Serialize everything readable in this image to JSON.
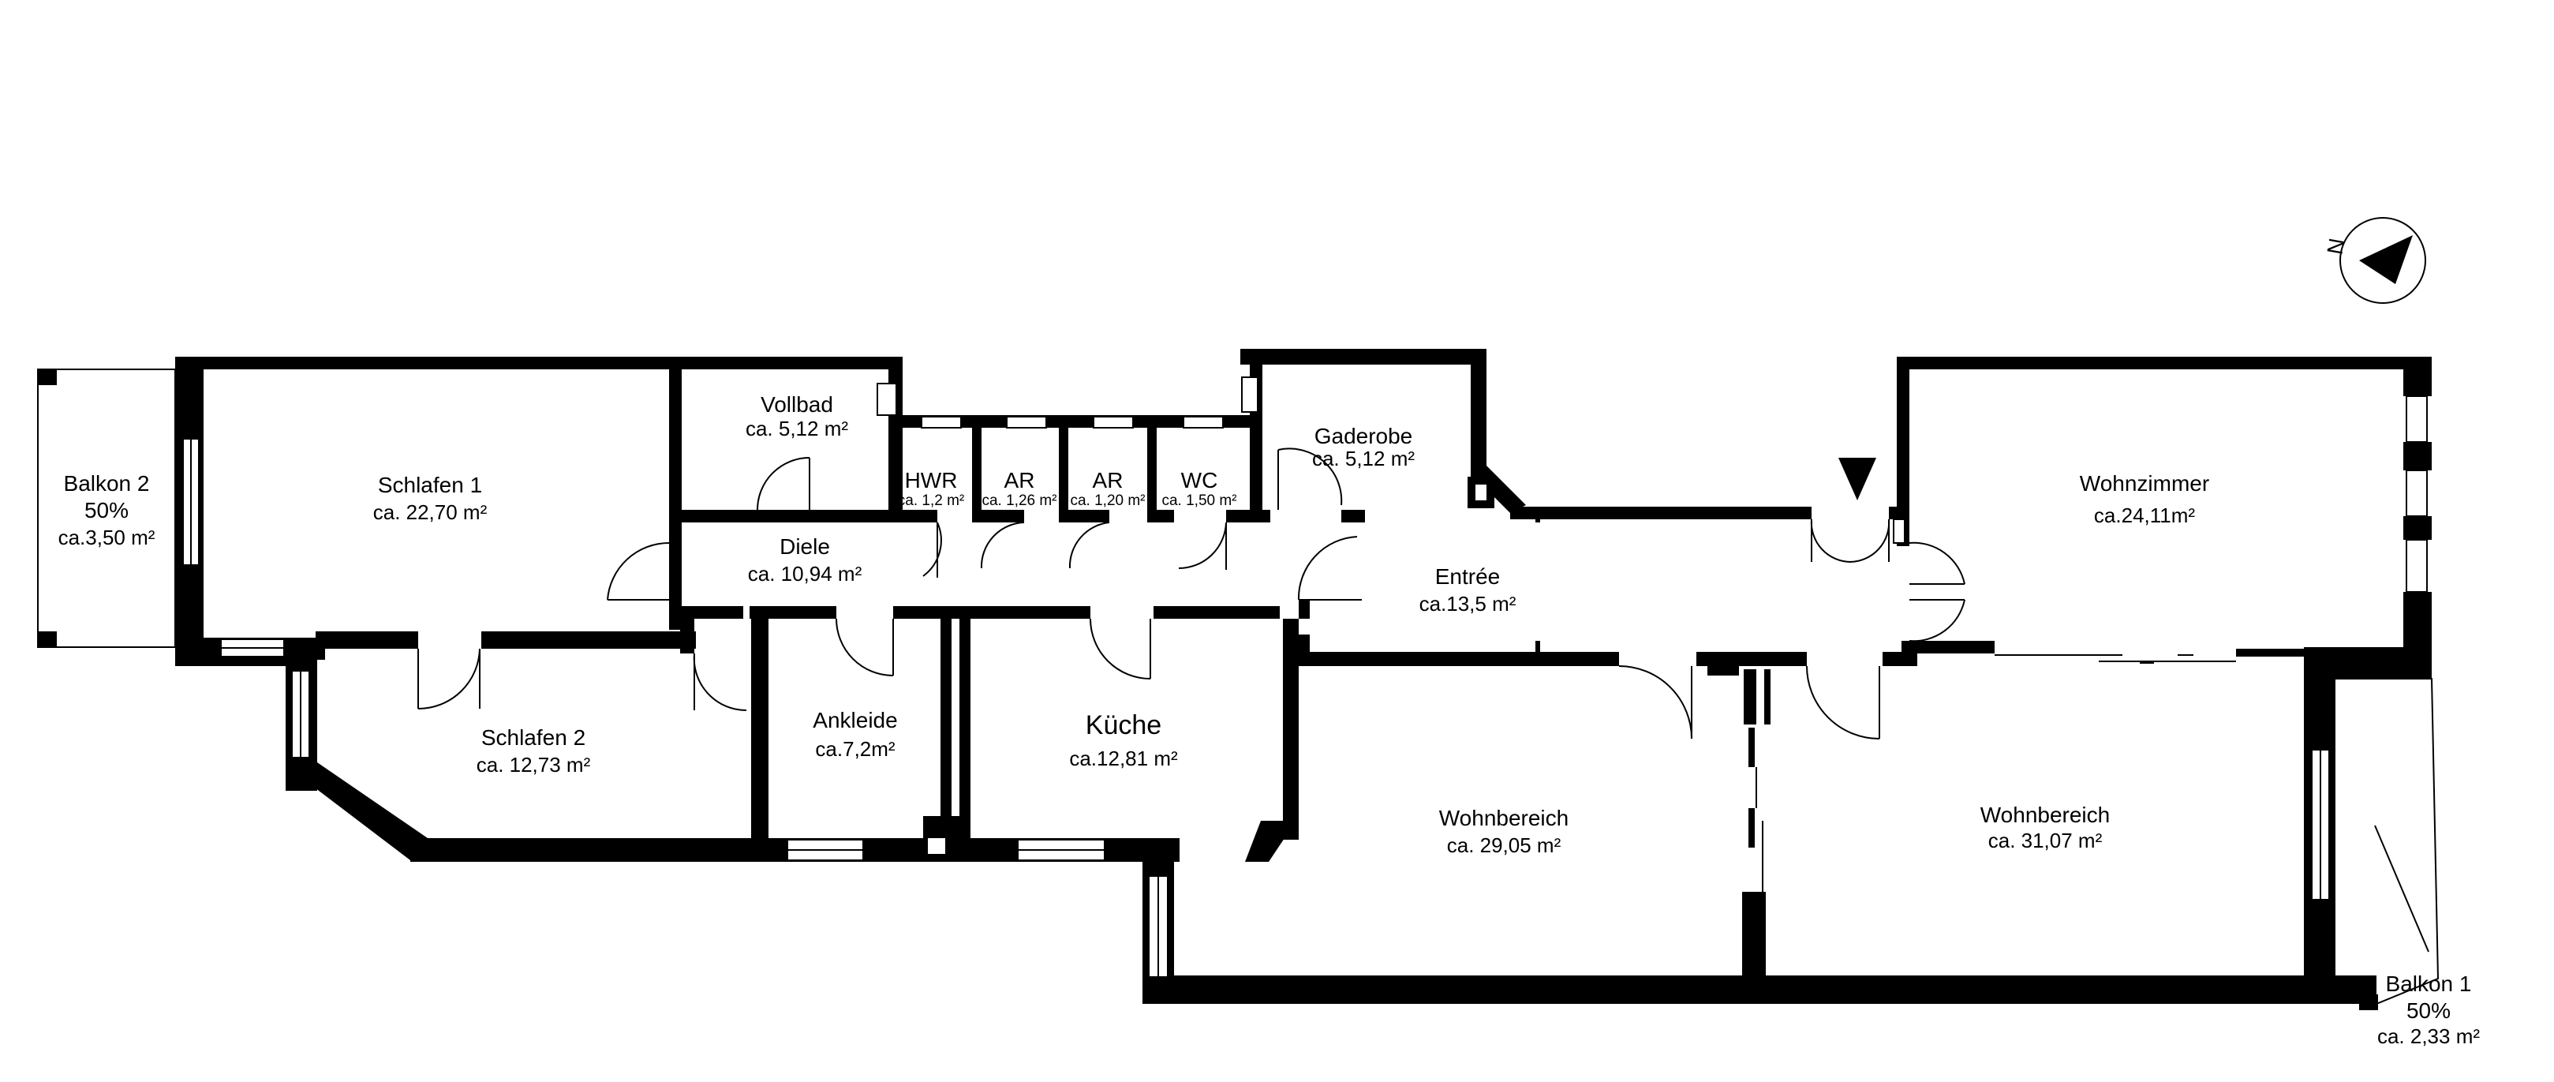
{
  "rooms": {
    "balkon2": {
      "name": "Balkon 2",
      "share": "50%",
      "area": "ca.3,50 m²"
    },
    "schlafen1": {
      "name": "Schlafen 1",
      "area": "ca. 22,70 m²"
    },
    "vollbad": {
      "name": "Vollbad",
      "area": "ca. 5,12 m²"
    },
    "hwr": {
      "name": "HWR",
      "area": "ca. 1,2 m²"
    },
    "ar1": {
      "name": "AR",
      "area": "ca. 1,26 m²"
    },
    "ar2": {
      "name": "AR",
      "area": "ca. 1,20 m²"
    },
    "wc": {
      "name": "WC",
      "area": "ca. 1,50 m²"
    },
    "gaderobe": {
      "name": "Gaderobe",
      "area": "ca. 5,12 m²"
    },
    "diele": {
      "name": "Diele",
      "area": "ca. 10,94 m²"
    },
    "entree": {
      "name": "Entrée",
      "area": "ca.13,5 m²"
    },
    "wohnzimmer": {
      "name": "Wohnzimmer",
      "area": "ca.24,11m²"
    },
    "schlafen2": {
      "name": "Schlafen 2",
      "area": "ca. 12,73 m²"
    },
    "ankleide": {
      "name": "Ankleide",
      "area": "ca.7,2m²"
    },
    "kueche": {
      "name": "Küche",
      "area": "ca.12,81 m²"
    },
    "wohnbereich1": {
      "name": "Wohnbereich",
      "area": "ca. 29,05 m²"
    },
    "wohnbereich2": {
      "name": "Wohnbereich",
      "area": "ca. 31,07 m²"
    },
    "balkon1": {
      "name": "Balkon 1",
      "share": "50%",
      "area": "ca. 2,33 m²"
    }
  },
  "compass": {
    "label": "N",
    "icon": "north-arrow-icon"
  },
  "colors": {
    "wall": "#000000",
    "background": "#ffffff"
  }
}
